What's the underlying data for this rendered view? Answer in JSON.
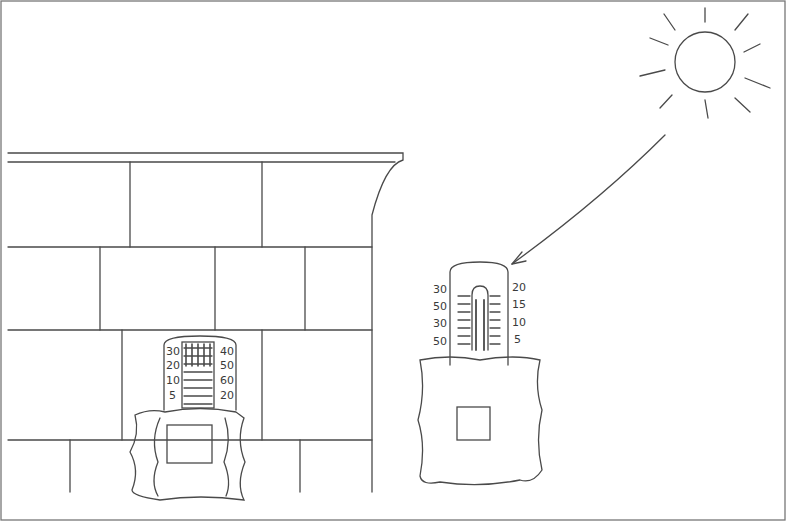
{
  "diagram": {
    "labels": [
      "30",
      "20",
      "10",
      "5",
      "40",
      "50",
      "60",
      "20",
      "30",
      "50",
      "30",
      "50",
      "20",
      "15",
      "10",
      "5"
    ]
  }
}
